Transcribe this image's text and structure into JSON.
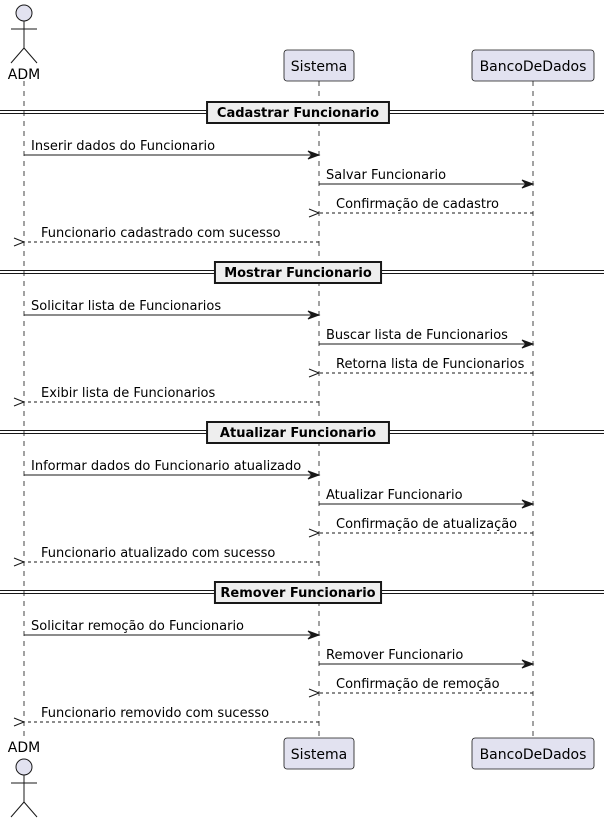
{
  "participants": [
    {
      "id": "adm",
      "label": "ADM",
      "kind": "actor"
    },
    {
      "id": "sis",
      "label": "Sistema",
      "kind": "box"
    },
    {
      "id": "db",
      "label": "BancoDeDados",
      "kind": "box"
    }
  ],
  "sections": [
    {
      "title": "Cadastrar Funcionario",
      "messages": [
        {
          "from": "adm",
          "to": "sis",
          "text": "Inserir dados do Funcionario",
          "dashed": false
        },
        {
          "from": "sis",
          "to": "db",
          "text": "Salvar Funcionario",
          "dashed": false
        },
        {
          "from": "db",
          "to": "sis",
          "text": "Confirmação de cadastro",
          "dashed": true
        },
        {
          "from": "sis",
          "to": "adm",
          "text": "Funcionario cadastrado com sucesso",
          "dashed": true
        }
      ]
    },
    {
      "title": "Mostrar Funcionario",
      "messages": [
        {
          "from": "adm",
          "to": "sis",
          "text": "Solicitar lista de Funcionarios",
          "dashed": false
        },
        {
          "from": "sis",
          "to": "db",
          "text": "Buscar lista de Funcionarios",
          "dashed": false
        },
        {
          "from": "db",
          "to": "sis",
          "text": "Retorna lista de Funcionarios",
          "dashed": true
        },
        {
          "from": "sis",
          "to": "adm",
          "text": "Exibir lista de Funcionarios",
          "dashed": true
        }
      ]
    },
    {
      "title": "Atualizar Funcionario",
      "messages": [
        {
          "from": "adm",
          "to": "sis",
          "text": "Informar dados do Funcionario atualizado",
          "dashed": false
        },
        {
          "from": "sis",
          "to": "db",
          "text": "Atualizar Funcionario",
          "dashed": false
        },
        {
          "from": "db",
          "to": "sis",
          "text": "Confirmação de atualização",
          "dashed": true
        },
        {
          "from": "sis",
          "to": "adm",
          "text": "Funcionario atualizado com sucesso",
          "dashed": true
        }
      ]
    },
    {
      "title": "Remover Funcionario",
      "messages": [
        {
          "from": "adm",
          "to": "sis",
          "text": "Solicitar remoção do Funcionario",
          "dashed": false
        },
        {
          "from": "sis",
          "to": "db",
          "text": "Remover Funcionario",
          "dashed": false
        },
        {
          "from": "db",
          "to": "sis",
          "text": "Confirmação de remoção",
          "dashed": true
        },
        {
          "from": "sis",
          "to": "adm",
          "text": "Funcionario removido com sucesso",
          "dashed": true
        }
      ]
    }
  ],
  "colors": {
    "participant_fill": "#e2e2f0",
    "participant_border": "#181818",
    "line": "#181818",
    "divider_fill": "#eeeeee"
  }
}
